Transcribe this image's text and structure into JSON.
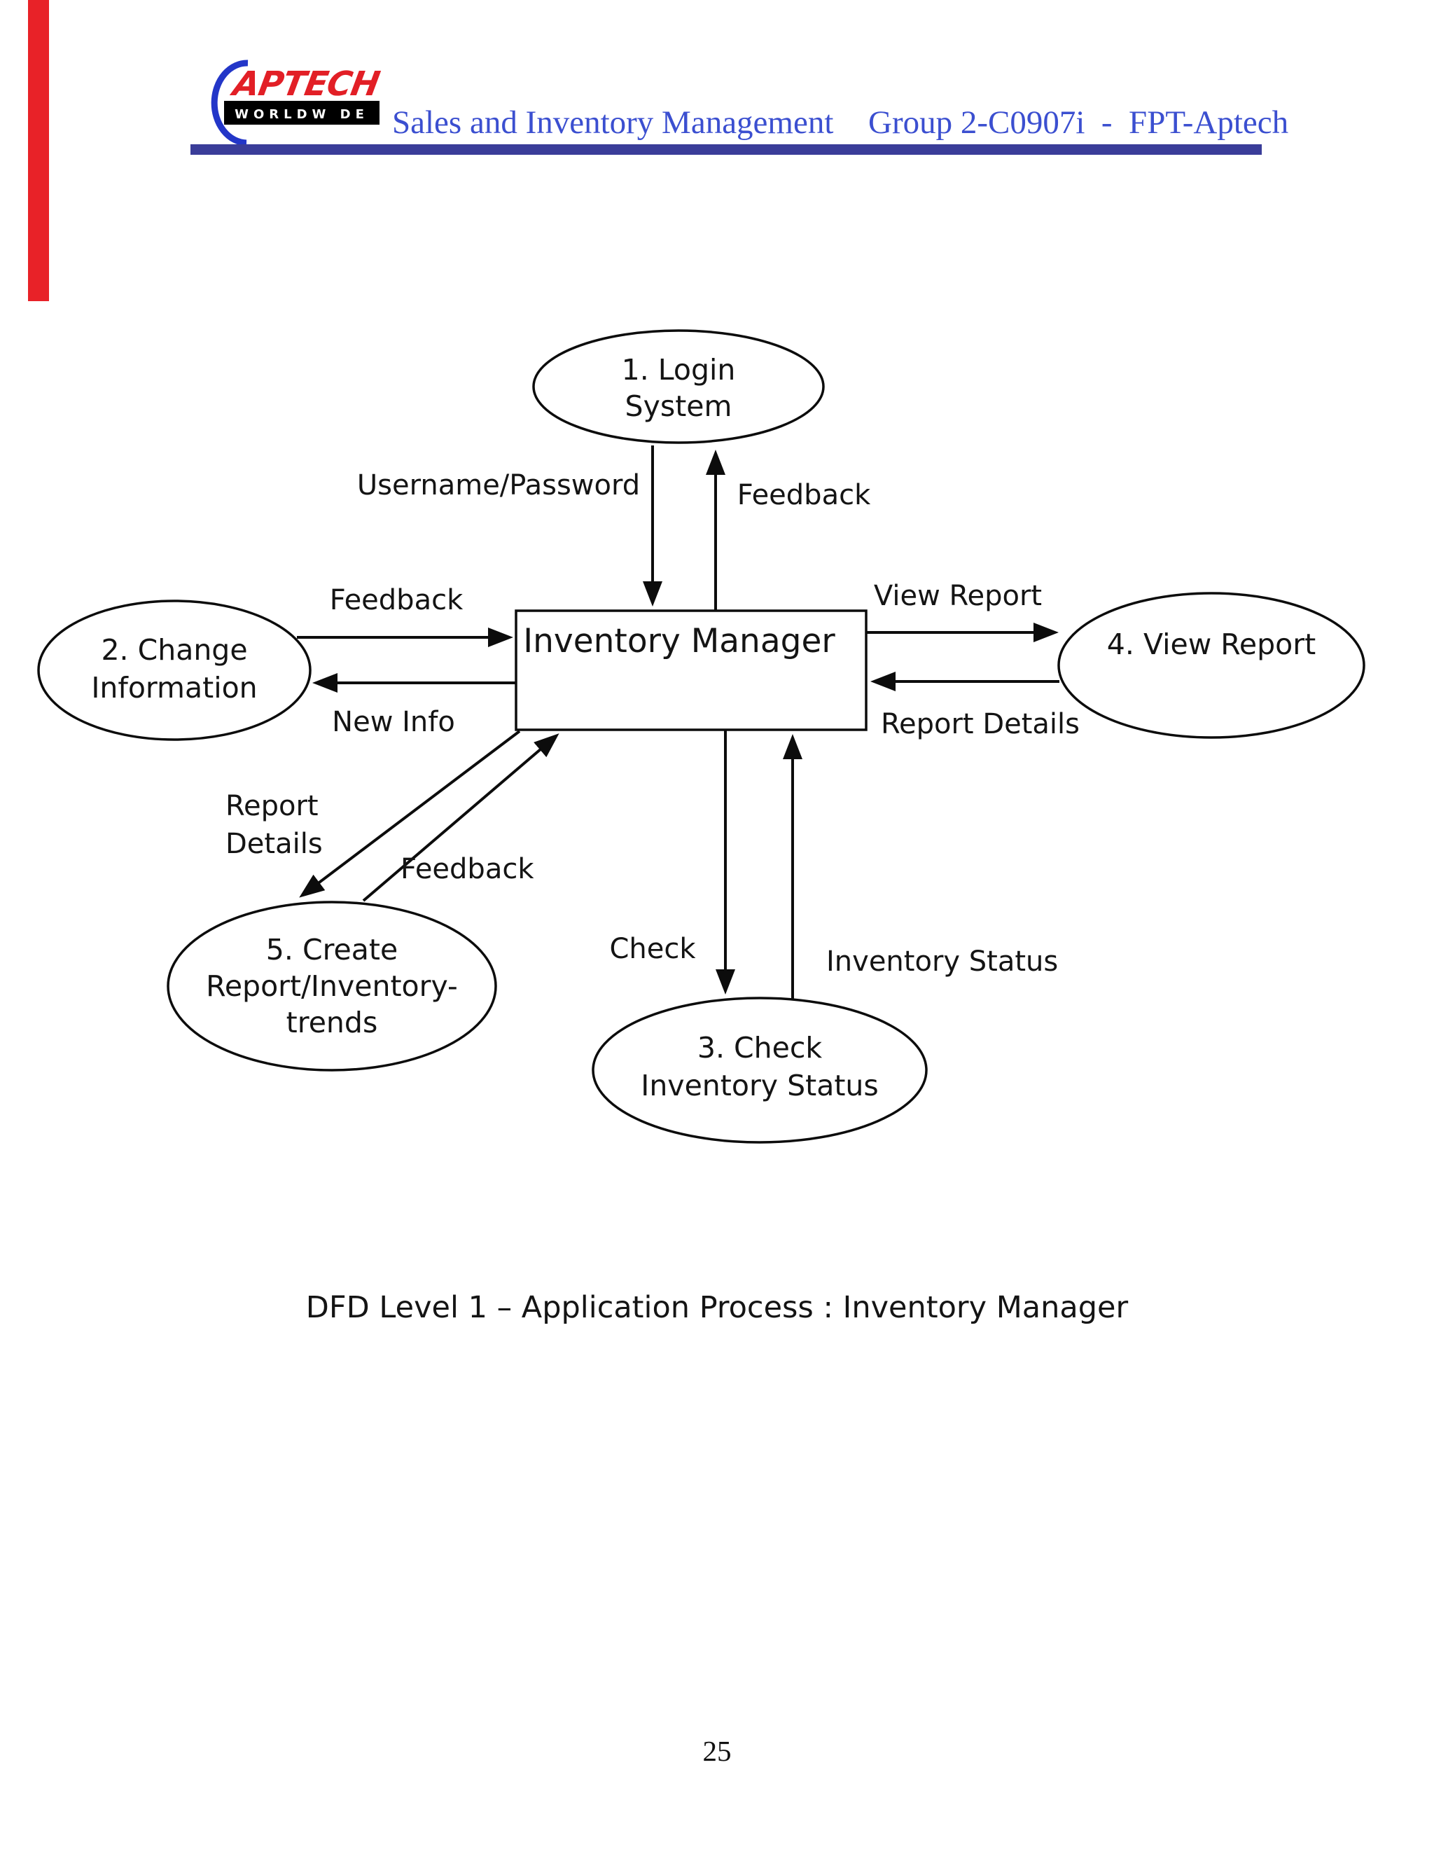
{
  "header": {
    "logo": {
      "brand": "APTECH",
      "subtext": "WORLDW DE",
      "brand_color": "#e21f26",
      "arc_color": "#2336c8",
      "bar_color": "#000000"
    },
    "doc_title": "Sales and Inventory Management",
    "doc_group": "Group 2-C0907i  -  FPT-Aptech",
    "accent_text_color": "#3b4fd0",
    "rule_color": "#3a3d99",
    "red_bar_color": "#e82228"
  },
  "diagram": {
    "process_box": {
      "label": "Inventory Manager"
    },
    "processes": {
      "login": {
        "lines": [
          "1. Login",
          "System"
        ]
      },
      "change_information": {
        "lines": [
          "2. Change",
          "Information"
        ]
      },
      "check_inventory_status": {
        "lines": [
          "3. Check",
          "Inventory Status"
        ]
      },
      "view_report": {
        "lines": [
          "4. View Report"
        ]
      },
      "create_report": {
        "lines": [
          "5. Create",
          "Report/Inventory-",
          "trends"
        ]
      }
    },
    "flows": {
      "username_password": "Username/Password",
      "feedback_login": "Feedback",
      "feedback_change": "Feedback",
      "new_info": "New Info",
      "view_report": "View Report",
      "report_details_view": "Report Details",
      "report_details_create_line1": "Report",
      "report_details_create_line2": "Details",
      "feedback_create": "Feedback",
      "check": "Check",
      "inventory_status": "Inventory Status"
    },
    "line_color": "#0c0c0c"
  },
  "caption": {
    "text": "DFD Level 1 – Application Process : Inventory Manager"
  },
  "footer": {
    "page_number": "25"
  }
}
